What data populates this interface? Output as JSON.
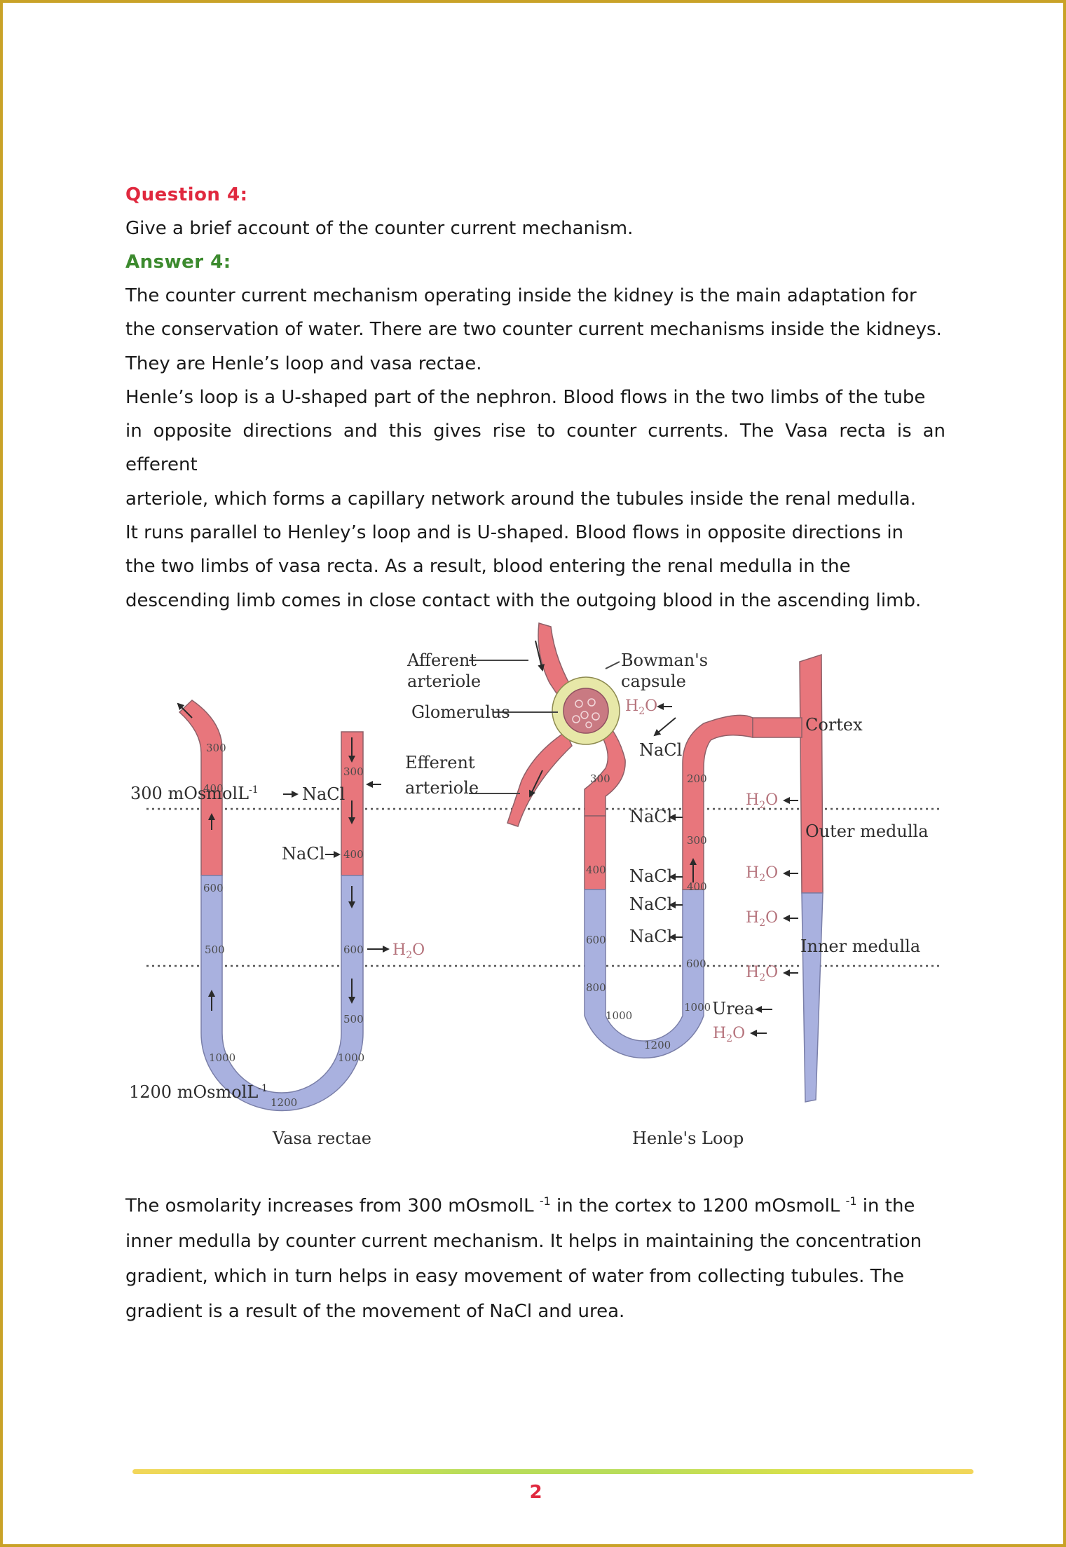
{
  "question": {
    "heading": "Question 4:",
    "text": "Give a brief account of the counter current mechanism."
  },
  "answer": {
    "heading": "Answer 4:",
    "para1": [
      "The counter current mechanism operating inside the kidney is the main adaptation for",
      "the conservation of water. There are two counter current mechanisms inside the kidneys.",
      "They are Henle’s loop and vasa rectae."
    ],
    "para2": [
      "Henle’s loop is a U-shaped part of the nephron. Blood flows in the two limbs of the tube",
      "in opposite directions and this gives rise to counter currents. The Vasa recta is an efferent",
      "arteriole, which forms a capillary network around the tubules inside the renal medulla.",
      "It runs parallel to Henley’s loop and is U-shaped. Blood flows in opposite directions in",
      "the two limbs of vasa recta. As a result, blood entering the renal medulla in the",
      "descending limb comes in close contact with the outgoing blood in the ascending limb."
    ],
    "conclusion": {
      "l1_a": "The osmolarity increases from 300 mOsmolL ",
      "l1_sup1": "-1",
      "l1_b": " in the cortex to 1200 mOsmolL ",
      "l1_sup2": "-1",
      "l1_c": " in the",
      "l2": "inner medulla by counter current mechanism. It helps in maintaining the concentration",
      "l3": "gradient, which in turn helps in easy movement of water from collecting tubules. The",
      "l4": "gradient is a result of the movement of NaCl and urea."
    }
  },
  "figure": {
    "left_conc_300": "300 mOsmolL",
    "left_conc_1200": "1200 mOsmolL",
    "sup_minus1": "-1",
    "vasa_label": "Vasa rectae",
    "henle_label": "Henle's Loop",
    "afferent_1": "Afferent",
    "afferent_2": "arteriole",
    "glomerulus": "Glomerulus",
    "efferent_1": "Efferent",
    "efferent_2": "arteriole",
    "bowman_1": "Bowman's",
    "bowman_2": "capsule",
    "cortex": "Cortex",
    "outer_medulla": "Outer medulla",
    "inner_medulla": "Inner medulla",
    "nacl": "NaCl",
    "h2o": "H2O",
    "h2o_h": "H",
    "h2o_sub": "2",
    "h2o_o": "O",
    "urea": "Urea",
    "v_300": "300",
    "v_400": "400",
    "v_600": "600",
    "v_800": "800",
    "v_1000": "1000",
    "v_1200": "1200",
    "v_200": "200",
    "v_500": "500"
  },
  "footer": {
    "page_number": "2"
  },
  "colors": {
    "question": "#e0283e",
    "answer": "#3c8a2e",
    "tube_red": "#e8767c",
    "tube_blue": "#a9b1df",
    "border": "#c9a227"
  }
}
